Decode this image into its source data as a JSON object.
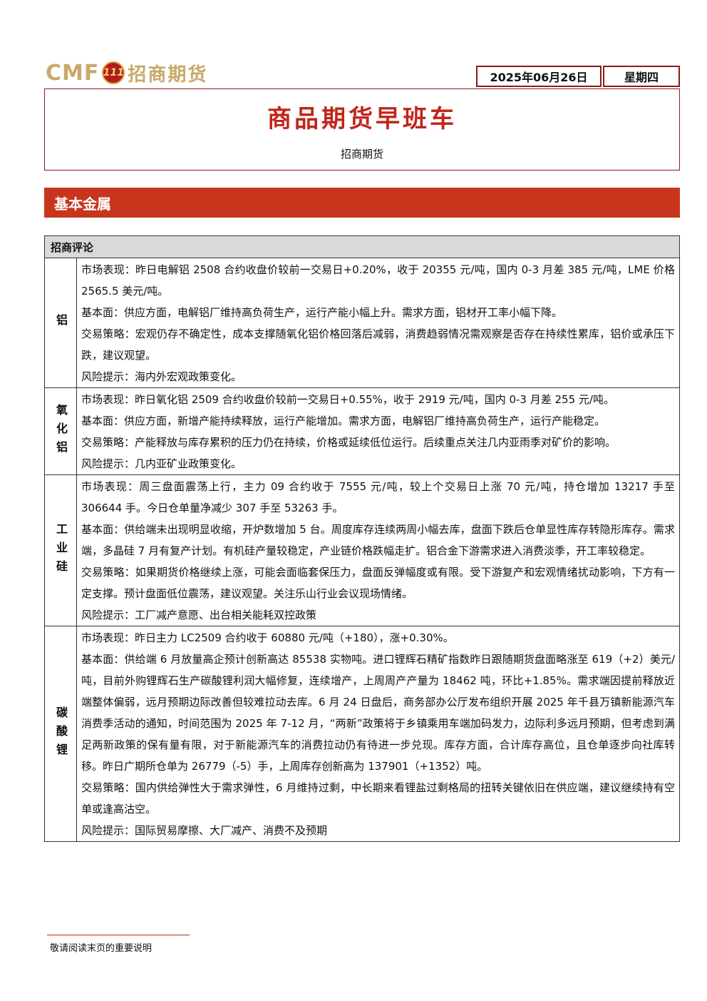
{
  "header": {
    "logo_cmf": "CMF",
    "logo_emblem": "111",
    "logo_cn": "招商期货",
    "date": "2025年06月26日",
    "weekday": "星期四"
  },
  "title": {
    "main": "商品期货早班车",
    "org": "招商期货"
  },
  "section": {
    "title": "基本金属"
  },
  "table": {
    "header": "招商评论",
    "rows": [
      {
        "label": "铝",
        "paragraphs": [
          "市场表现：昨日电解铝 2508 合约收盘价较前一交易日+0.20%，收于 20355 元/吨，国内 0-3 月差 385 元/吨，LME 价格 2565.5 美元/吨。",
          "基本面：供应方面，电解铝厂维持高负荷生产，运行产能小幅上升。需求方面，铝材开工率小幅下降。",
          "交易策略：宏观仍存不确定性，成本支撑随氧化铝价格回落后减弱，消费趋弱情况需观察是否存在持续性累库，铝价或承压下跌，建议观望。",
          "风险提示：海内外宏观政策变化。"
        ]
      },
      {
        "label": "氧化铝",
        "paragraphs": [
          "市场表现：昨日氧化铝 2509 合约收盘价较前一交易日+0.55%，收于 2919 元/吨，国内 0-3 月差 255 元/吨。",
          "基本面：供应方面，新增产能持续释放，运行产能增加。需求方面，电解铝厂维持高负荷生产，运行产能稳定。",
          "交易策略：产能释放与库存累积的压力仍在持续，价格或延续低位运行。后续重点关注几内亚雨季对矿价的影响。",
          "风险提示：几内亚矿业政策变化。"
        ]
      },
      {
        "label": "工业硅",
        "paragraphs": [
          "市场表现：周三盘面震荡上行，主力 09 合约收于 7555 元/吨，较上个交易日上涨 70 元/吨，持仓增加 13217 手至 306644 手。今日仓单量净减少 307 手至 53263 手。",
          "基本面：供给端未出现明显收缩，开炉数增加 5 台。周度库存连续两周小幅去库，盘面下跌后仓单显性库存转隐形库存。需求端，多晶硅 7 月有复产计划。有机硅产量较稳定，产业链价格跌幅走扩。铝合金下游需求进入消费淡季，开工率较稳定。",
          "交易策略：如果期货价格继续上涨，可能会面临套保压力，盘面反弹幅度或有限。受下游复产和宏观情绪扰动影响，下方有一定支撑。预计盘面低位震荡，建议观望。关注乐山行业会议现场情绪。",
          "风险提示：工厂减产意愿、出台相关能耗双控政策"
        ]
      },
      {
        "label": "碳酸锂",
        "paragraphs": [
          "市场表现：昨日主力 LC2509 合约收于 60880 元/吨（+180），涨+0.30%。",
          "基本面：供给端 6 月放量高企预计创新高达 85538 实物吨。进口锂辉石精矿指数昨日跟随期货盘面略涨至 619（+2）美元/吨，目前外购锂辉石生产碳酸锂利润大幅修复，连续增产，上周周产产量为 18462 吨，环比+1.85%。需求端因提前释放近端整体偏弱，远月预期边际改善但较难拉动去库。6 月 24 日盘后，商务部办公厅发布组织开展 2025 年千县万镇新能源汽车消费季活动的通知，时间范围为 2025 年 7-12 月，“两新”政策将于乡镇乘用车端加码发力，边际利多远月预期，但考虑到满足两新政策的保有量有限，对于新能源汽车的消费拉动仍有待进一步兑现。库存方面，合计库存高位，且仓单逐步向社库转移。昨日广期所仓单为 26779（-5）手，上周库存创新高为 137901（+1352）吨。",
          "交易策略：国内供给弹性大于需求弹性，6 月维持过剩，中长期来看锂盐过剩格局的扭转关键依旧在供应端，建议继续持有空单或逢高沽空。",
          "风险提示：国际贸易摩擦、大厂减产、消费不及预期"
        ]
      }
    ]
  },
  "footer": {
    "note": "敬请阅读末页的重要说明"
  }
}
